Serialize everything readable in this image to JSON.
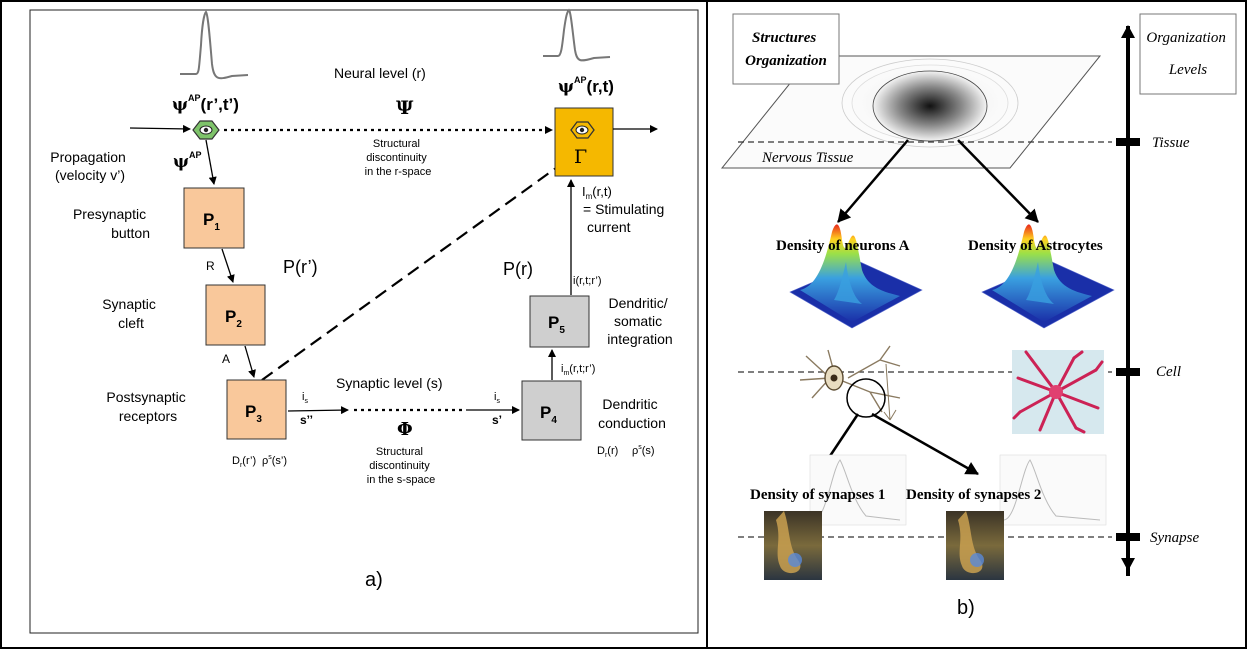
{
  "panel_a": {
    "caption": "a)",
    "neural_level": "Neural level (r)",
    "psi": "Ψ",
    "psi_label": "ψ",
    "psi_ap": "AP",
    "psi_left_args": "(r’,t’)",
    "psi_right_args": "(r,t)",
    "struct_r": [
      "Structural",
      "discontinuity",
      "in the r-space"
    ],
    "propagation": [
      "Propagation",
      "(velocity v’)"
    ],
    "presynaptic": [
      "Presynaptic",
      "button"
    ],
    "synaptic_cleft": [
      "Synaptic",
      "cleft"
    ],
    "postsynaptic": [
      "Postsynaptic",
      "receptors"
    ],
    "p_box": "P",
    "p_subs": [
      "1",
      "2",
      "3",
      "4",
      "5"
    ],
    "R": "R",
    "A": "A",
    "P_rprime": "P(r’)",
    "P_r": "P(r)",
    "gamma": "Γ",
    "im_rt": [
      "I",
      "m",
      "(r,t)"
    ],
    "stimulating": [
      "= Stimulating",
      "current"
    ],
    "i_rtr": "i(r,t;r’)",
    "dendritic_somatic": [
      "Dendritic/",
      "somatic",
      "integration"
    ],
    "im_rtr": [
      "i",
      "m",
      "(r,t;r’)"
    ],
    "synaptic_level": "Synaptic level (s)",
    "phi": "Φ",
    "struct_s": [
      "Structural",
      "discontinuity",
      "in the s-space"
    ],
    "i_s": [
      "i",
      "s"
    ],
    "s_double": "s’’",
    "s_single": "s’",
    "dendritic_conduction": [
      "Dendritic",
      "conduction"
    ],
    "D_left": [
      "D",
      "r",
      "(r’)"
    ],
    "rho_left": [
      "ρ",
      "s",
      "(s’)"
    ],
    "D_right": [
      "D",
      "r",
      "(r)"
    ],
    "rho_right": [
      "ρ",
      "s",
      "(s)"
    ],
    "colors": {
      "peach": "#f9c89b",
      "grey": "#cfcfcf",
      "gold": "#f5b800",
      "green": "#7ec36a"
    }
  },
  "panel_b": {
    "caption": "b)",
    "structures": [
      "Structures",
      "Organization"
    ],
    "org_levels": [
      "Organization",
      "Levels"
    ],
    "nervous_tissue": "Nervous Tissue",
    "levels": [
      "Tissue",
      "Cell",
      "Synapse"
    ],
    "density_neurons": "Density of neurons A",
    "density_astro": "Density of Astrocytes",
    "density_syn1": "Density of synapses 1",
    "density_syn2": "Density of synapses 2"
  }
}
